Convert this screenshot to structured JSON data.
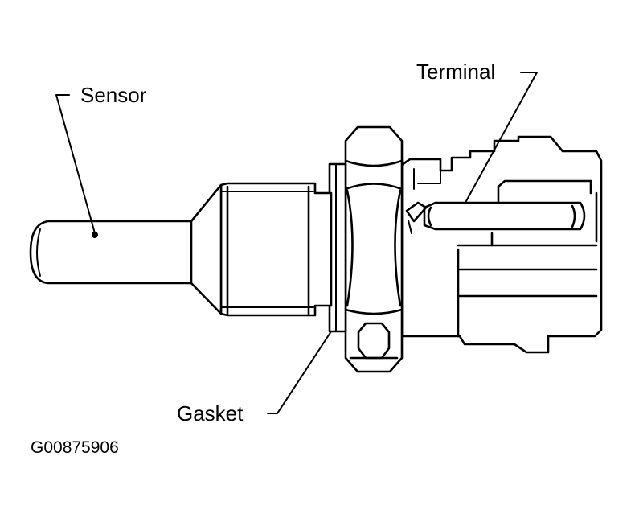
{
  "diagram": {
    "labels": {
      "sensor": "Sensor",
      "terminal": "Terminal",
      "gasket": "Gasket"
    },
    "figure_id": "G00875906"
  }
}
